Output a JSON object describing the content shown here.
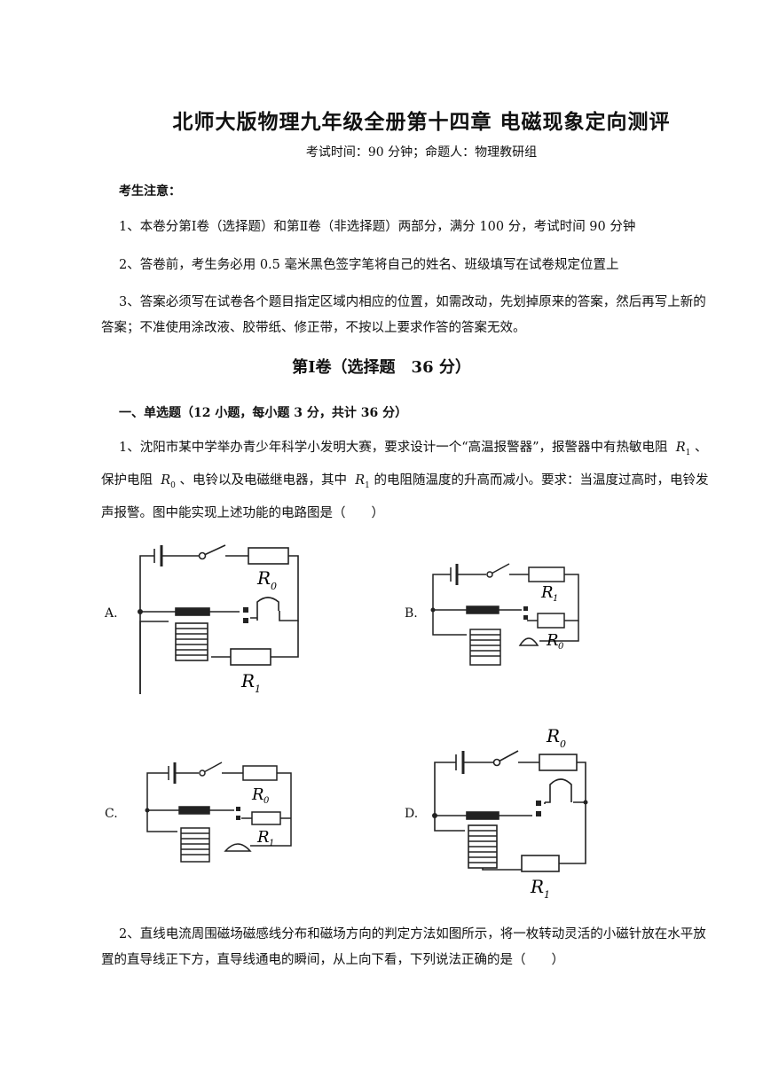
{
  "title": "北师大版物理九年级全册第十四章 电磁现象定向测评",
  "subtitle": "考试时间：90 分钟；命题人：物理教研组",
  "notice": {
    "heading": "考生注意：",
    "items": [
      "1、本卷分第Ⅰ卷（选择题）和第Ⅱ卷（非选择题）两部分，满分 100 分，考试时间 90 分钟",
      "2、答卷前，考生务必用 0.5 毫米黑色签字笔将自己的姓名、班级填写在试卷规定位置上",
      "3、答案必须写在试卷各个题目指定区域内相应的位置，如需改动，先划掉原来的答案，然后再写上新的答案；不准使用涂改液、胶带纸、修正带，不按以上要求作答的答案无效。"
    ]
  },
  "section_title": "第Ⅰ卷（选择题　36 分）",
  "question_group": "一、单选题（12 小题，每小题 3 分，共计 36 分）",
  "q1": {
    "part1": "1、沈阳市某中学举办青少年科学小发明大赛，要求设计一个“高温报警器”，报警器中有热敏电阻",
    "r1": "R",
    "r1_sub": "1",
    "part2": "、保护电阻",
    "r0": "R",
    "r0_sub": "0",
    "part3": "、电铃以及电磁继电器，其中",
    "part4": "的电阻随温度的升高而减小。要求：当温度过高时，电铃发声报警。图中能实现上述功能的电路图是（　　）",
    "options": [
      "A.",
      "B.",
      "C.",
      "D."
    ],
    "fig_labels": {
      "R": "R",
      "sub0": "0",
      "sub1": "1"
    }
  },
  "q2": {
    "text": "2、直线电流周围磁场磁感线分布和磁场方向的判定方法如图所示，将一枚转动灵活的小磁针放在水平放置的直导线正下方，直导线通电的瞬间，从上向下看，下列说法正确的是（　　）"
  }
}
